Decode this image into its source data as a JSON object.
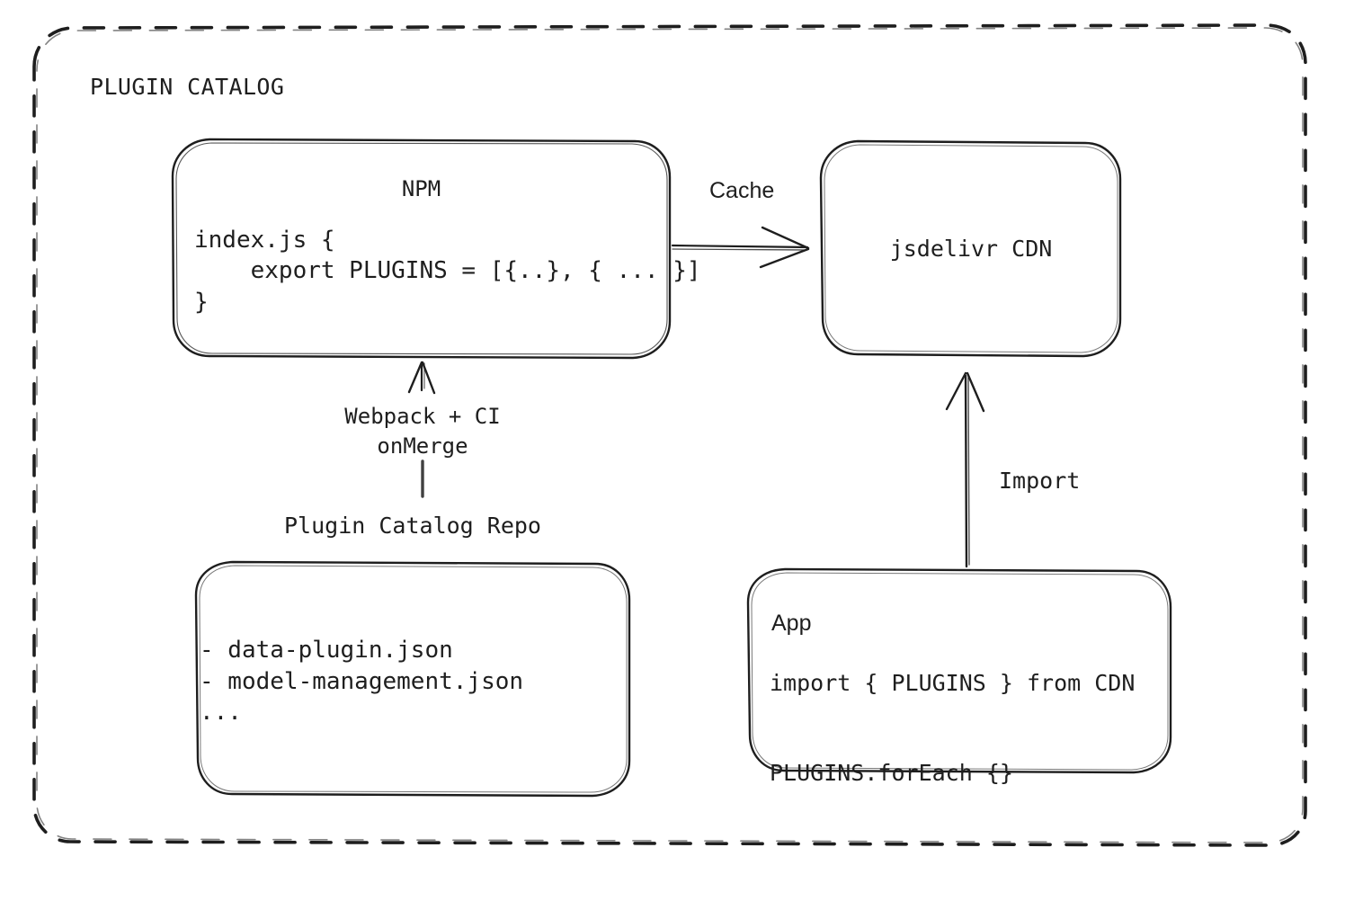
{
  "diagram": {
    "title": "PLUGIN CATALOG",
    "style": "hand-drawn architecture sketch",
    "stroke_color": "#1e1e1e",
    "background_color": "#ffffff"
  },
  "container": {
    "label": "PLUGIN CATALOG",
    "border": "dashed"
  },
  "nodes": {
    "npm": {
      "title": "NPM",
      "code": "index.js {\n    export PLUGINS = [{..}, { ... }]\n}"
    },
    "cdn": {
      "title": "jsdelivr CDN"
    },
    "repo": {
      "label": "Plugin Catalog Repo",
      "items": "- data-plugin.json\n- model-management.json\n..."
    },
    "app": {
      "title": "App",
      "code": "import { PLUGINS } from CDN\n\nPLUGINS.forEach {}"
    }
  },
  "edges": {
    "npm_to_cdn": {
      "label": "Cache",
      "direction": "right"
    },
    "repo_to_npm": {
      "label": "Webpack + CI\nonMerge",
      "direction": "up"
    },
    "app_to_cdn": {
      "label": "Import",
      "direction": "up"
    }
  }
}
